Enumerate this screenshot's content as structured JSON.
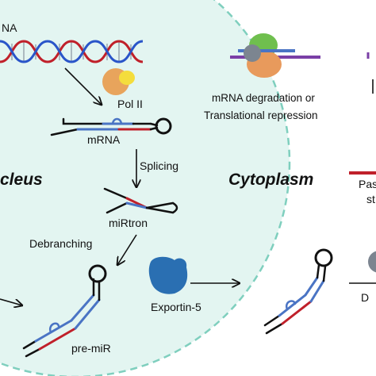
{
  "labels": {
    "dna": "NA",
    "pol_ii": "Pol II",
    "mrna": "mRNA",
    "splicing": "Splicing",
    "nucleus": "cleus",
    "mirtron": "miRtron",
    "debranching": "Debranching",
    "pre_mir": "pre-miR",
    "exportin": "Exportin-5",
    "cytoplasm": "Cytoplasm",
    "mrna_degradation_line1": "mRNA degradation or",
    "mrna_degradation_line2": "Translational repression",
    "passenger_line1": "Pas",
    "passenger_line2": "st",
    "right_edge_letter": "D"
  },
  "colors": {
    "nucleus_fill": "#e3f5f1",
    "nucleus_border": "#7fcfbe",
    "rna_blue": "#4a74c4",
    "rna_red": "#c0202a",
    "dna_red": "#c0202a",
    "dna_blue": "#2a55c9",
    "pol_orange": "#e8a45c",
    "pol_yellow": "#f4dd3c",
    "exportin_blue": "#2a6fb2",
    "risc_green": "#6fbf4e",
    "risc_orange": "#e89a5c",
    "risc_gray": "#7c8590",
    "mrna_purple": "#7a3fa6"
  }
}
